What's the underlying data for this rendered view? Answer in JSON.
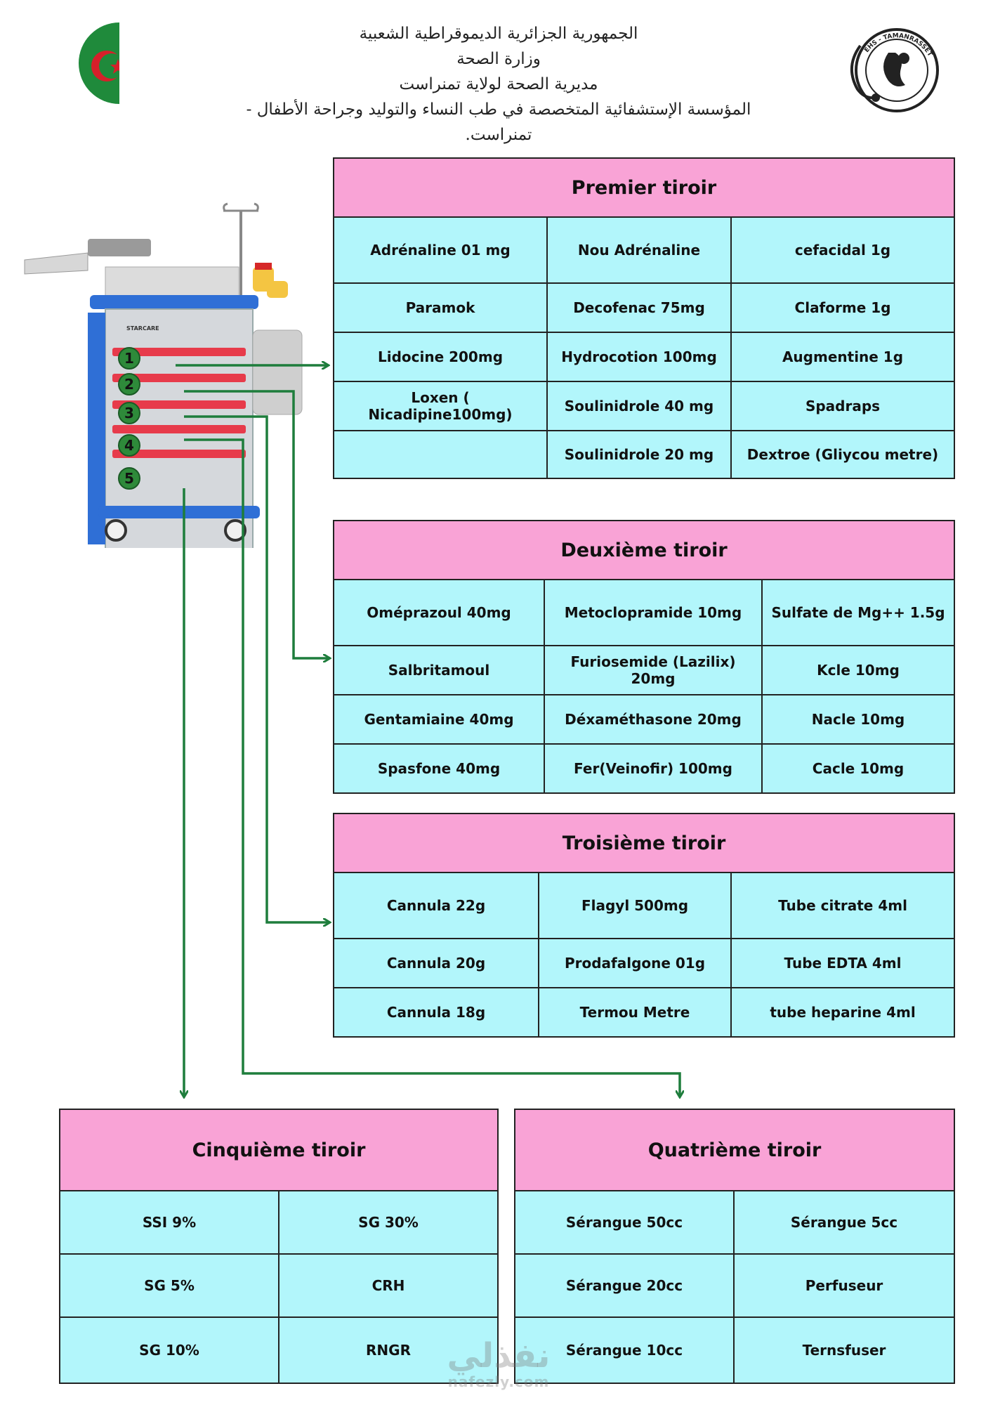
{
  "header": {
    "line1": "الجمهورية الجزائرية الديموقراطية الشعبية",
    "line2": "وزارة الصحة",
    "line3": "مديرية الصحة لولاية تمنراست",
    "line4": "المؤسسة الإستشفائية المتخصصة في طب النساء والتوليد وجراحة الأطفال - تمنراست."
  },
  "logo": {
    "text": "EHS - TAMANRASSET"
  },
  "trolley": {
    "brand": "STARCARE",
    "drawer_numbers": [
      "1",
      "2",
      "3",
      "4",
      "5"
    ]
  },
  "colors": {
    "header_fill": "#f9a3d6",
    "cell_fill": "#b2f6fb",
    "arrow": "#1e7d3c",
    "number_badge": "#2e8a3a"
  },
  "drawer1": {
    "title": "Premier tiroir",
    "rows": [
      [
        "Adrénaline 01 mg",
        "Nou Adrénaline",
        "cefacidal 1g"
      ],
      [
        "Paramok",
        "Decofenac 75mg",
        "Claforme 1g"
      ],
      [
        "Lidocine 200mg",
        "Hydrocotion 100mg",
        "Augmentine 1g"
      ],
      [
        "Loxen ( Nicadipine100mg)",
        "Soulinidrole 40 mg",
        "Spadraps"
      ],
      [
        "",
        "Soulinidrole 20 mg",
        "Dextroe (Gliycou metre)"
      ]
    ]
  },
  "drawer2": {
    "title": "Deuxième tiroir",
    "rows": [
      [
        "Oméprazoul 40mg",
        "Metoclopramide 10mg",
        "Sulfate de Mg++ 1.5g"
      ],
      [
        "Salbritamoul",
        "Furiosemide (Lazilix) 20mg",
        "Kcle 10mg"
      ],
      [
        "Gentamiaine 40mg",
        "Déxaméthasone 20mg",
        "Nacle 10mg"
      ],
      [
        "Spasfone 40mg",
        "Fer(Veinofir) 100mg",
        "Cacle 10mg"
      ]
    ]
  },
  "drawer3": {
    "title": "Troisième tiroir",
    "rows": [
      [
        "Cannula 22g",
        "Flagyl 500mg",
        "Tube citrate 4ml"
      ],
      [
        "Cannula 20g",
        "Prodafalgone 01g",
        "Tube  EDTA 4ml"
      ],
      [
        "Cannula 18g",
        "Termou Metre",
        "tube heparine 4ml"
      ]
    ]
  },
  "drawer5": {
    "title": "Cinquième tiroir",
    "rows": [
      [
        "SSI 9%",
        "SG 30%"
      ],
      [
        "SG 5%",
        "CRH"
      ],
      [
        "SG 10%",
        "RNGR"
      ]
    ]
  },
  "drawer4": {
    "title": "Quatrième tiroir",
    "rows": [
      [
        "Sérangue 50cc",
        "Sérangue 5cc"
      ],
      [
        "Sérangue 20cc",
        "Perfuseur"
      ],
      [
        "Sérangue 10cc",
        "Ternsfuser"
      ]
    ]
  },
  "watermark": {
    "arabic": "نفذلي",
    "latin": "nafezly.com"
  }
}
